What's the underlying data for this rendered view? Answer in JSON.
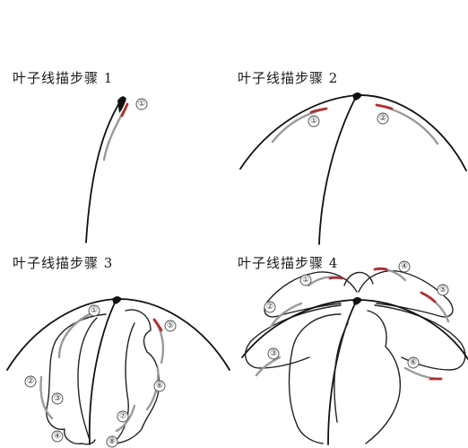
{
  "steps": [
    {
      "title": "叶子线描步骤 1"
    },
    {
      "title": "叶子线描步骤 2"
    },
    {
      "title": "叶子线描步骤 3"
    },
    {
      "title": "叶子线描步骤 4"
    }
  ],
  "markers": {
    "step1": [
      "①"
    ],
    "step2": [
      "①",
      "②"
    ],
    "step3": [
      "①",
      "②",
      "③",
      "④",
      "⑤",
      "⑥",
      "⑦",
      "⑧"
    ],
    "step4": [
      "①",
      "②",
      "③",
      "④",
      "⑤",
      "⑥"
    ]
  },
  "colors": {
    "ink": "#111111",
    "arrow_gray": "#9a9a9a",
    "arrow_red": "#b03030"
  }
}
